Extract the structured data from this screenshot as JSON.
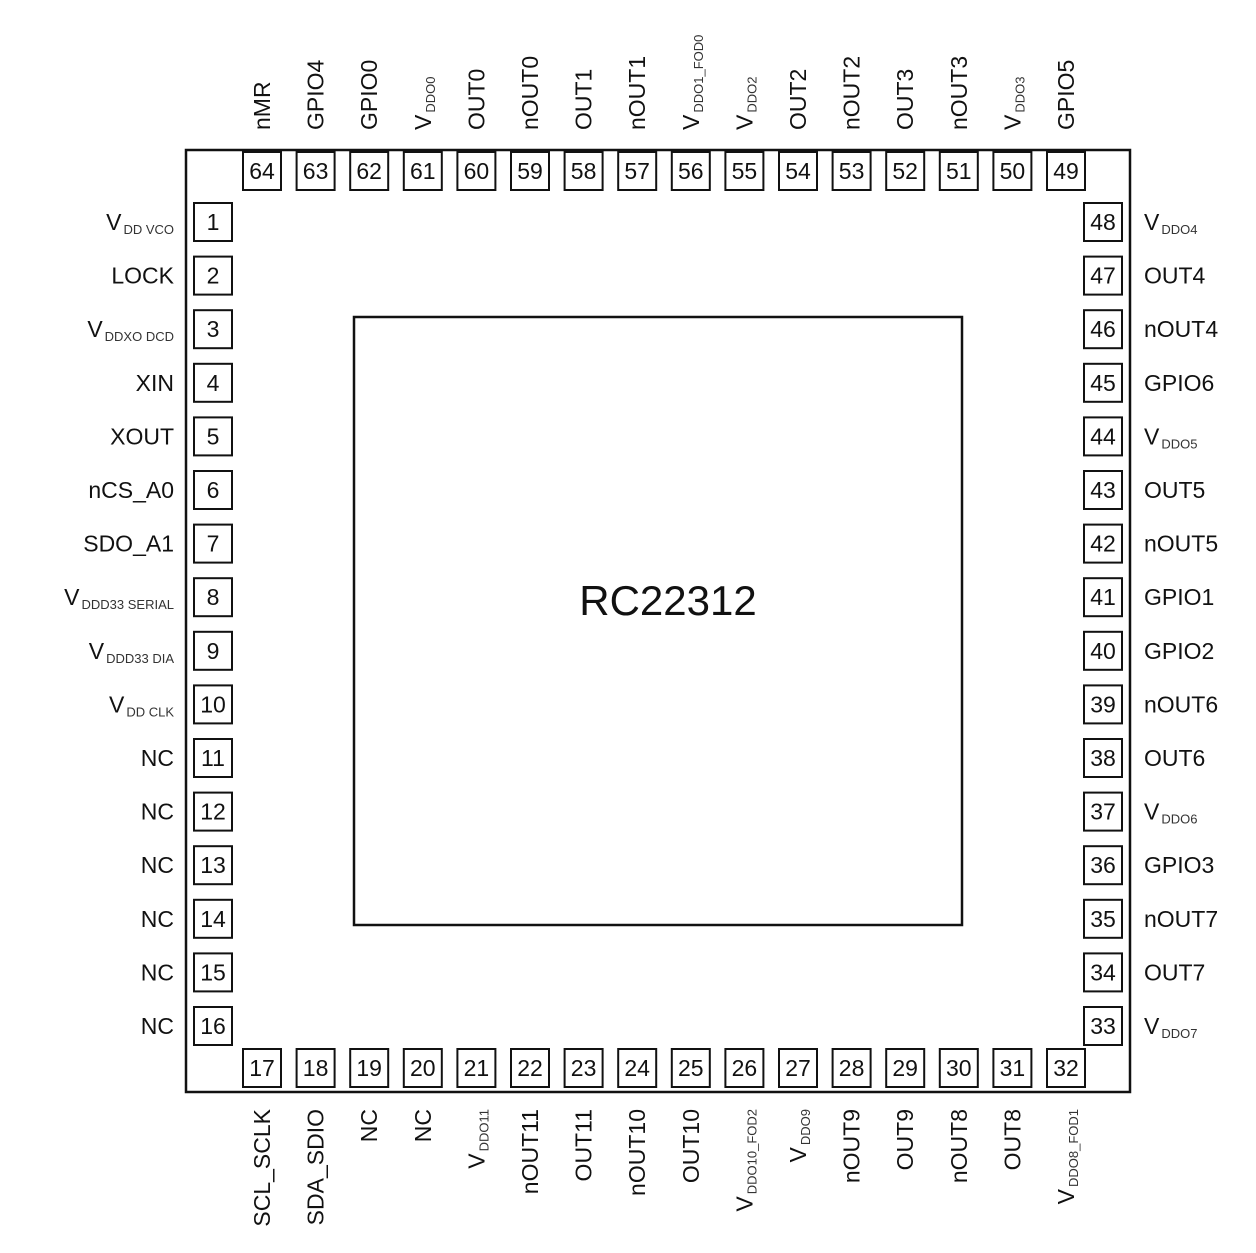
{
  "chip": {
    "label": "RC22312"
  },
  "pins": {
    "left": [
      {
        "num": "1",
        "name": "V",
        "sub": "DD VCO"
      },
      {
        "num": "2",
        "name": "LOCK",
        "sub": ""
      },
      {
        "num": "3",
        "name": "V",
        "sub": "DDXO DCD"
      },
      {
        "num": "4",
        "name": "XIN",
        "sub": ""
      },
      {
        "num": "5",
        "name": "XOUT",
        "sub": ""
      },
      {
        "num": "6",
        "name": "nCS_A0",
        "sub": ""
      },
      {
        "num": "7",
        "name": "SDO_A1",
        "sub": ""
      },
      {
        "num": "8",
        "name": "V",
        "sub": "DDD33 SERIAL"
      },
      {
        "num": "9",
        "name": "V",
        "sub": "DDD33 DIA"
      },
      {
        "num": "10",
        "name": "V",
        "sub": "DD CLK"
      },
      {
        "num": "11",
        "name": "NC",
        "sub": ""
      },
      {
        "num": "12",
        "name": "NC",
        "sub": ""
      },
      {
        "num": "13",
        "name": "NC",
        "sub": ""
      },
      {
        "num": "14",
        "name": "NC",
        "sub": ""
      },
      {
        "num": "15",
        "name": "NC",
        "sub": ""
      },
      {
        "num": "16",
        "name": "NC",
        "sub": ""
      }
    ],
    "bottom": [
      {
        "num": "17",
        "name": "SCL_SCLK",
        "sub": ""
      },
      {
        "num": "18",
        "name": "SDA_SDIO",
        "sub": ""
      },
      {
        "num": "19",
        "name": "NC",
        "sub": ""
      },
      {
        "num": "20",
        "name": "NC",
        "sub": ""
      },
      {
        "num": "21",
        "name": "V",
        "sub": "DDO11"
      },
      {
        "num": "22",
        "name": "nOUT11",
        "sub": ""
      },
      {
        "num": "23",
        "name": "OUT11",
        "sub": ""
      },
      {
        "num": "24",
        "name": "nOUT10",
        "sub": ""
      },
      {
        "num": "25",
        "name": "OUT10",
        "sub": ""
      },
      {
        "num": "26",
        "name": "V",
        "sub": "DDO10_FOD2"
      },
      {
        "num": "27",
        "name": "V",
        "sub": "DDO9"
      },
      {
        "num": "28",
        "name": "nOUT9",
        "sub": ""
      },
      {
        "num": "29",
        "name": "OUT9",
        "sub": ""
      },
      {
        "num": "30",
        "name": "nOUT8",
        "sub": ""
      },
      {
        "num": "31",
        "name": "OUT8",
        "sub": ""
      },
      {
        "num": "32",
        "name": "V",
        "sub": "DDO8_FOD1"
      }
    ],
    "right": [
      {
        "num": "33",
        "name": "V",
        "sub": "DDO7"
      },
      {
        "num": "34",
        "name": "OUT7",
        "sub": ""
      },
      {
        "num": "35",
        "name": "nOUT7",
        "sub": ""
      },
      {
        "num": "36",
        "name": "GPIO3",
        "sub": ""
      },
      {
        "num": "37",
        "name": "V",
        "sub": "DDO6"
      },
      {
        "num": "38",
        "name": "OUT6",
        "sub": ""
      },
      {
        "num": "39",
        "name": "nOUT6",
        "sub": ""
      },
      {
        "num": "40",
        "name": "GPIO2",
        "sub": ""
      },
      {
        "num": "41",
        "name": "GPIO1",
        "sub": ""
      },
      {
        "num": "42",
        "name": "nOUT5",
        "sub": ""
      },
      {
        "num": "43",
        "name": "OUT5",
        "sub": ""
      },
      {
        "num": "44",
        "name": "V",
        "sub": "DDO5"
      },
      {
        "num": "45",
        "name": "GPIO6",
        "sub": ""
      },
      {
        "num": "46",
        "name": "nOUT4",
        "sub": ""
      },
      {
        "num": "47",
        "name": "OUT4",
        "sub": ""
      },
      {
        "num": "48",
        "name": "V",
        "sub": "DDO4"
      }
    ],
    "top": [
      {
        "num": "49",
        "name": "GPIO5",
        "sub": ""
      },
      {
        "num": "50",
        "name": "V",
        "sub": "DDO3"
      },
      {
        "num": "51",
        "name": "nOUT3",
        "sub": ""
      },
      {
        "num": "52",
        "name": "OUT3",
        "sub": ""
      },
      {
        "num": "53",
        "name": "nOUT2",
        "sub": ""
      },
      {
        "num": "54",
        "name": "OUT2",
        "sub": ""
      },
      {
        "num": "55",
        "name": "V",
        "sub": "DDO2"
      },
      {
        "num": "56",
        "name": "V",
        "sub": "DDO1_FOD0"
      },
      {
        "num": "57",
        "name": "nOUT1",
        "sub": ""
      },
      {
        "num": "58",
        "name": "OUT1",
        "sub": ""
      },
      {
        "num": "59",
        "name": "nOUT0",
        "sub": ""
      },
      {
        "num": "60",
        "name": "OUT0",
        "sub": ""
      },
      {
        "num": "61",
        "name": "V",
        "sub": "DDO0"
      },
      {
        "num": "62",
        "name": "GPIO0",
        "sub": ""
      },
      {
        "num": "63",
        "name": "GPIO4",
        "sub": ""
      },
      {
        "num": "64",
        "name": "nMR",
        "sub": ""
      }
    ]
  }
}
